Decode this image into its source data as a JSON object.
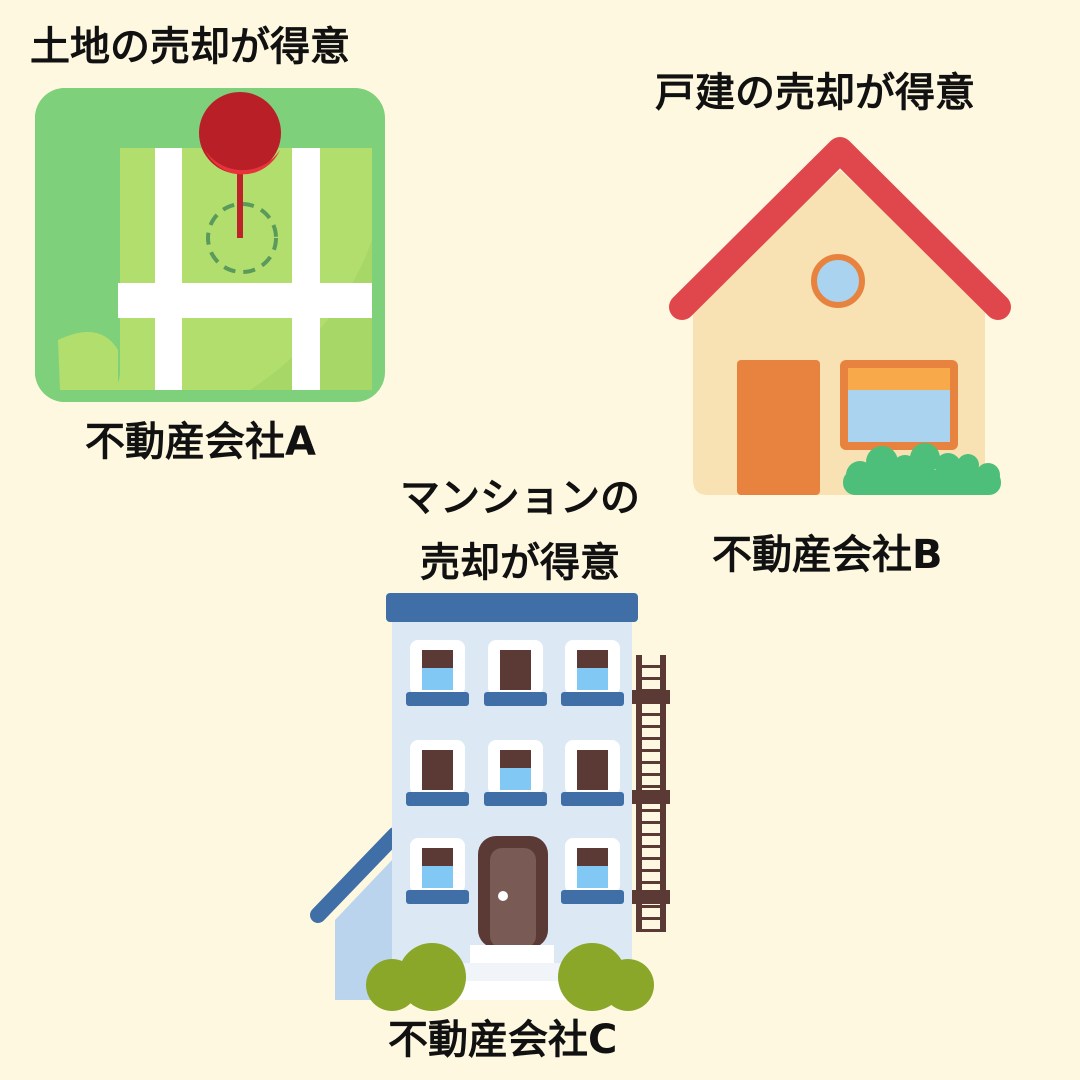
{
  "companies": [
    {
      "name": "不動産会社A",
      "specialty": "土地の売却が得意",
      "icon": "land-map-icon"
    },
    {
      "name": "不動産会社B",
      "specialty": "戸建の売却が得意",
      "icon": "house-icon"
    },
    {
      "name": "不動産会社C",
      "specialty_line1": "マンションの",
      "specialty_line2": "売却が得意",
      "icon": "apartment-building-icon"
    }
  ],
  "colors": {
    "background": "#fef8e0",
    "map_green": "#7ed07a",
    "roof_red": "#e0474c",
    "building_blue": "#3f6fa6"
  }
}
